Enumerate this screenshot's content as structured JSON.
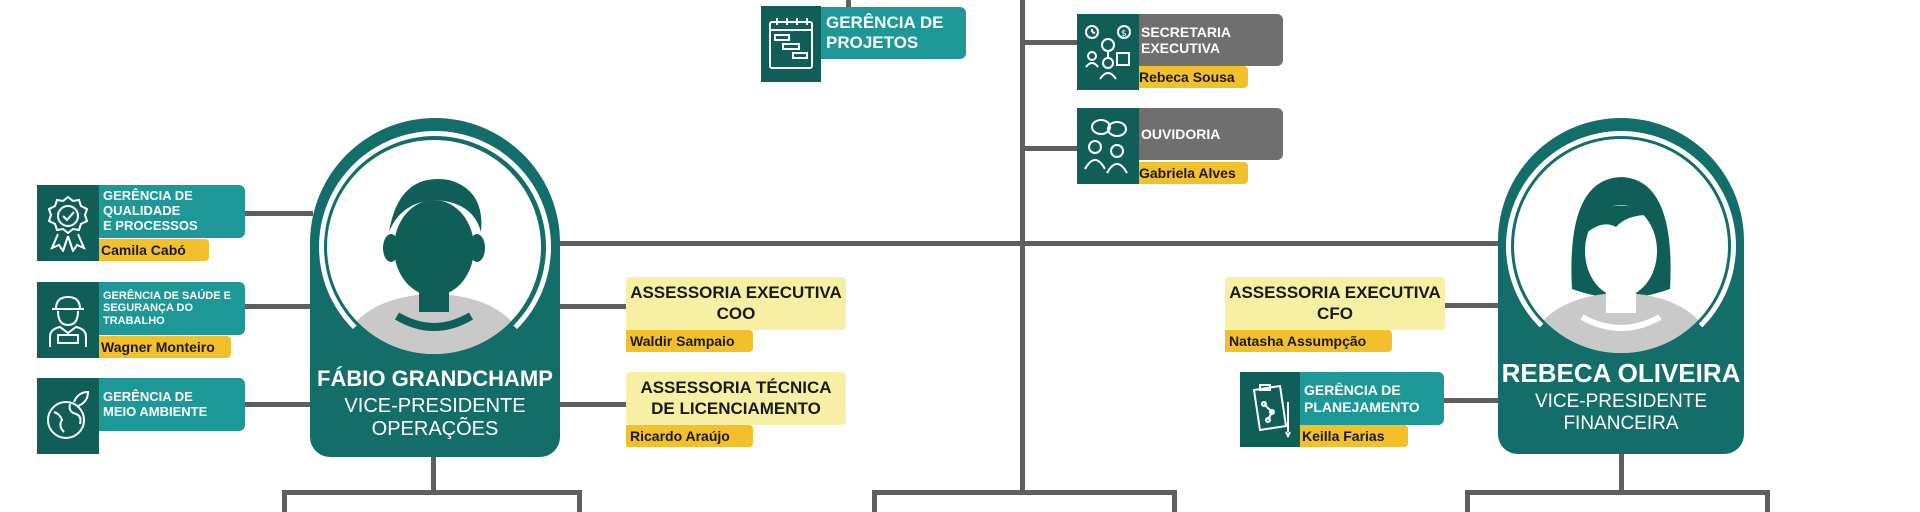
{
  "top": {
    "projetos": "GERÊNCIA DE\nPROJETOS",
    "secretaria": "SECRETARIA\nEXECUTIVA",
    "secretaria_name": "Rebeca Sousa",
    "ouvidoria": "OUVIDORIA",
    "ouvidoria_name": "Gabriela Alves"
  },
  "vp_left": {
    "name": "FÁBIO GRANDCHAMP",
    "role": "VICE-PRESIDENTE\nOPERAÇÕES",
    "units": [
      {
        "label": "GERÊNCIA DE\nQUALIDADE\nE PROCESSOS",
        "person": "Camila Cabó",
        "icon": "quality-badge-icon"
      },
      {
        "label": "GERÊNCIA DE SAÚDE E\nSEGURANÇA DO\nTRABALHO",
        "person": "Wagner Monteiro",
        "icon": "worker-helmet-icon"
      },
      {
        "label": "GERÊNCIA DE\nMEIO AMBIENTE",
        "person": "",
        "icon": "globe-leaf-icon"
      }
    ],
    "advisories": [
      {
        "label": "ASSESSORIA EXECUTIVA\nCOO",
        "person": "Waldir Sampaio"
      },
      {
        "label": "ASSESSORIA TÉCNICA\nDE LICENCIAMENTO",
        "person": "Ricardo Araújo"
      }
    ]
  },
  "vp_right": {
    "name": "REBECA OLIVEIRA",
    "role": "VICE-PRESIDENTE\nFINANCEIRA",
    "advisory": {
      "label": "ASSESSORIA EXECUTIVA\nCFO",
      "person": "Natasha Assumpção"
    },
    "planning": {
      "label": "GERÊNCIA DE\nPLANEJAMENTO",
      "person": "Keilla Farias",
      "icon": "clipboard-chart-icon"
    }
  },
  "colors": {
    "teal_dark": "#0f5f58",
    "teal": "#1e9896",
    "card": "#136e6a",
    "grey": "#6f6f6f",
    "yellow": "#f2c02a",
    "cream": "#f7f0a4",
    "line": "#5f5f5f"
  }
}
